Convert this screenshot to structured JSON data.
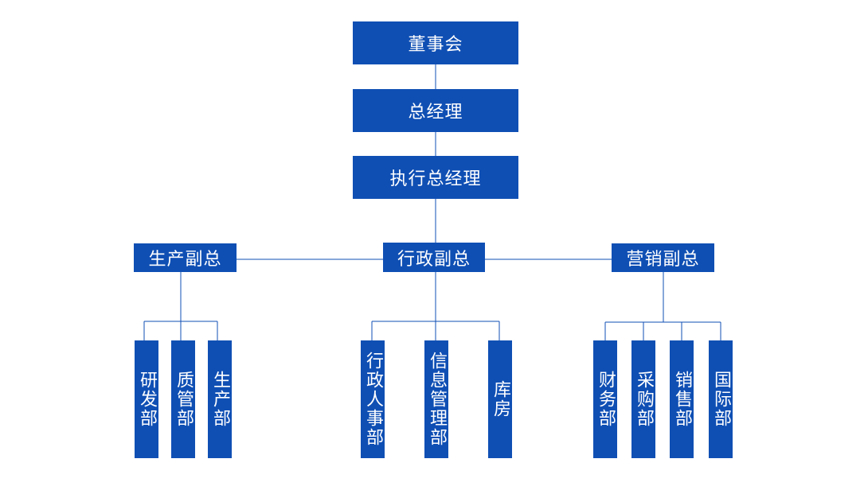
{
  "org_chart": {
    "colors": {
      "node_fill": "#0f4fb4",
      "node_text": "#ffffff",
      "line": "#0f4fb4"
    },
    "board": "董事会",
    "gm": "总经理",
    "executive_gm": "执行总经理",
    "deputies": {
      "production": "生产副总",
      "administration": "行政副总",
      "sales": "营销副总"
    },
    "departments": {
      "production": [
        "研发部",
        "质管部",
        "生产部"
      ],
      "administration": [
        "行政人事部",
        "信息管理部",
        "库房"
      ],
      "sales": [
        "财务部",
        "采购部",
        "销售部",
        "国际部"
      ]
    }
  }
}
